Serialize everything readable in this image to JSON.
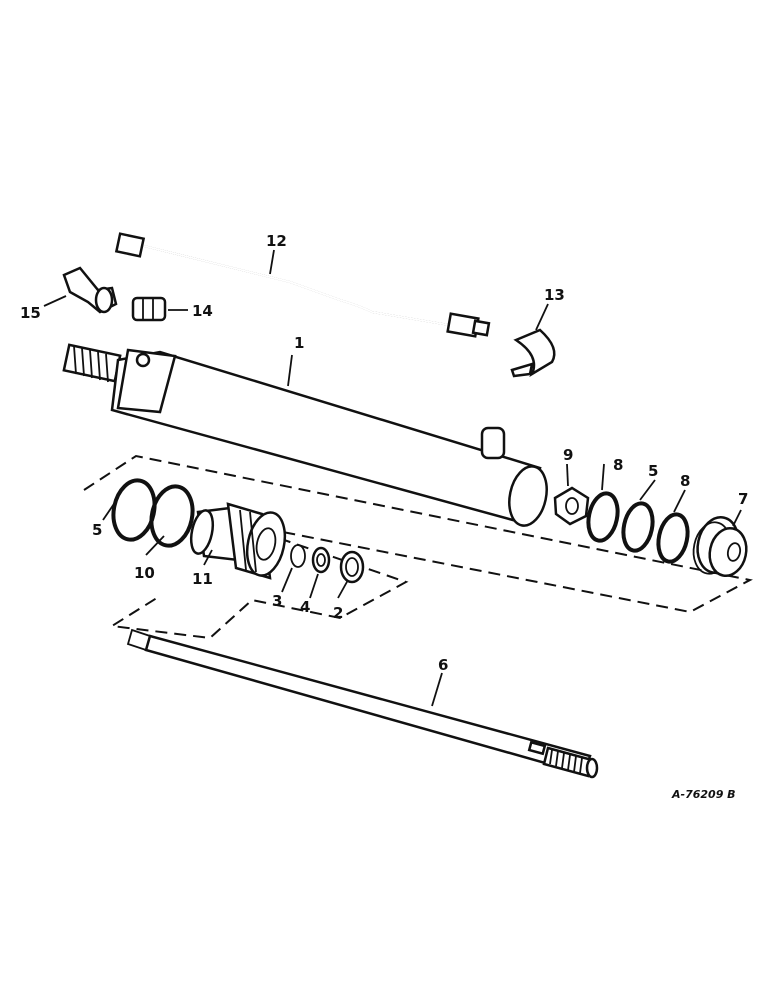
{
  "parts": {
    "p1": "1",
    "p2": "2",
    "p3": "3",
    "p4": "4",
    "p5a": "5",
    "p5b": "5",
    "p6": "6",
    "p7": "7",
    "p8a": "8",
    "p8b": "8",
    "p9": "9",
    "p10": "10",
    "p11": "11",
    "p12": "12",
    "p13": "13",
    "p14": "14",
    "p15": "15"
  },
  "drawing_id": "A-76209 B"
}
